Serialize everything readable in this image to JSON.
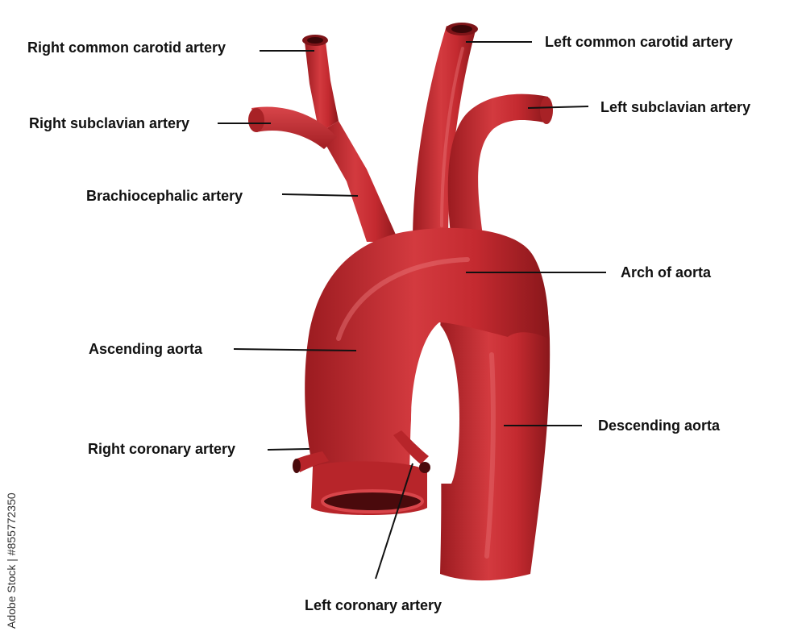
{
  "labels": {
    "right_common_carotid": "Right common carotid artery",
    "left_common_carotid": "Left common carotid artery",
    "right_subclavian": "Right subclavian artery",
    "left_subclavian": "Left subclavian artery",
    "brachiocephalic": "Brachiocephalic artery",
    "arch_of_aorta": "Arch of aorta",
    "ascending_aorta": "Ascending aorta",
    "descending_aorta": "Descending aorta",
    "right_coronary": "Right coronary artery",
    "left_coronary": "Left coronary artery"
  },
  "watermark": {
    "stock_id": "Adobe Stock | #855772350"
  },
  "colors": {
    "vessel": "#c92a2f",
    "vessel_dark": "#8e1a1e",
    "vessel_highlight": "#e9666a",
    "lumen": "#4a0a0c",
    "leader_line": "#111111"
  }
}
